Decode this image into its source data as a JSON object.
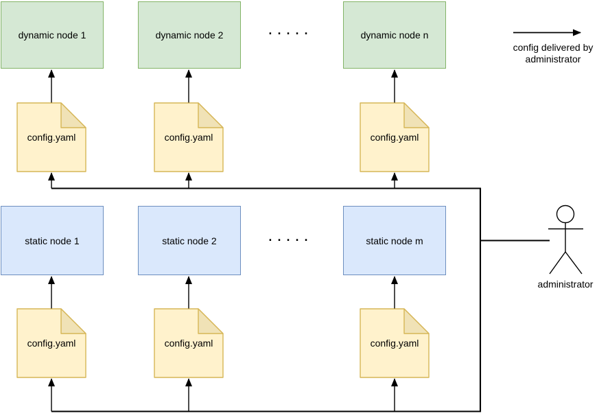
{
  "diagram": {
    "dynamic_nodes": [
      {
        "label": "dynamic node 1"
      },
      {
        "label": "dynamic node 2"
      },
      {
        "label": "dynamic node n"
      }
    ],
    "static_nodes": [
      {
        "label": "static node 1"
      },
      {
        "label": "static node 2"
      },
      {
        "label": "static node m"
      }
    ],
    "config_file": {
      "label": "config.yaml"
    },
    "ellipsis_dynamic_row": ".....",
    "ellipsis_static_row": ".....",
    "actor": {
      "label": "administrator"
    },
    "legend": {
      "line1": "config delivered by",
      "line2": "administrator"
    },
    "colors": {
      "dynamic_fill": "#d5e8d4",
      "dynamic_border": "#82b366",
      "static_fill": "#dae8fc",
      "static_border": "#6c8ebf",
      "file_fill": "#fff2cc",
      "file_border": "#d6b656",
      "file_fold": "#f0e2b6",
      "line": "#000000"
    }
  }
}
